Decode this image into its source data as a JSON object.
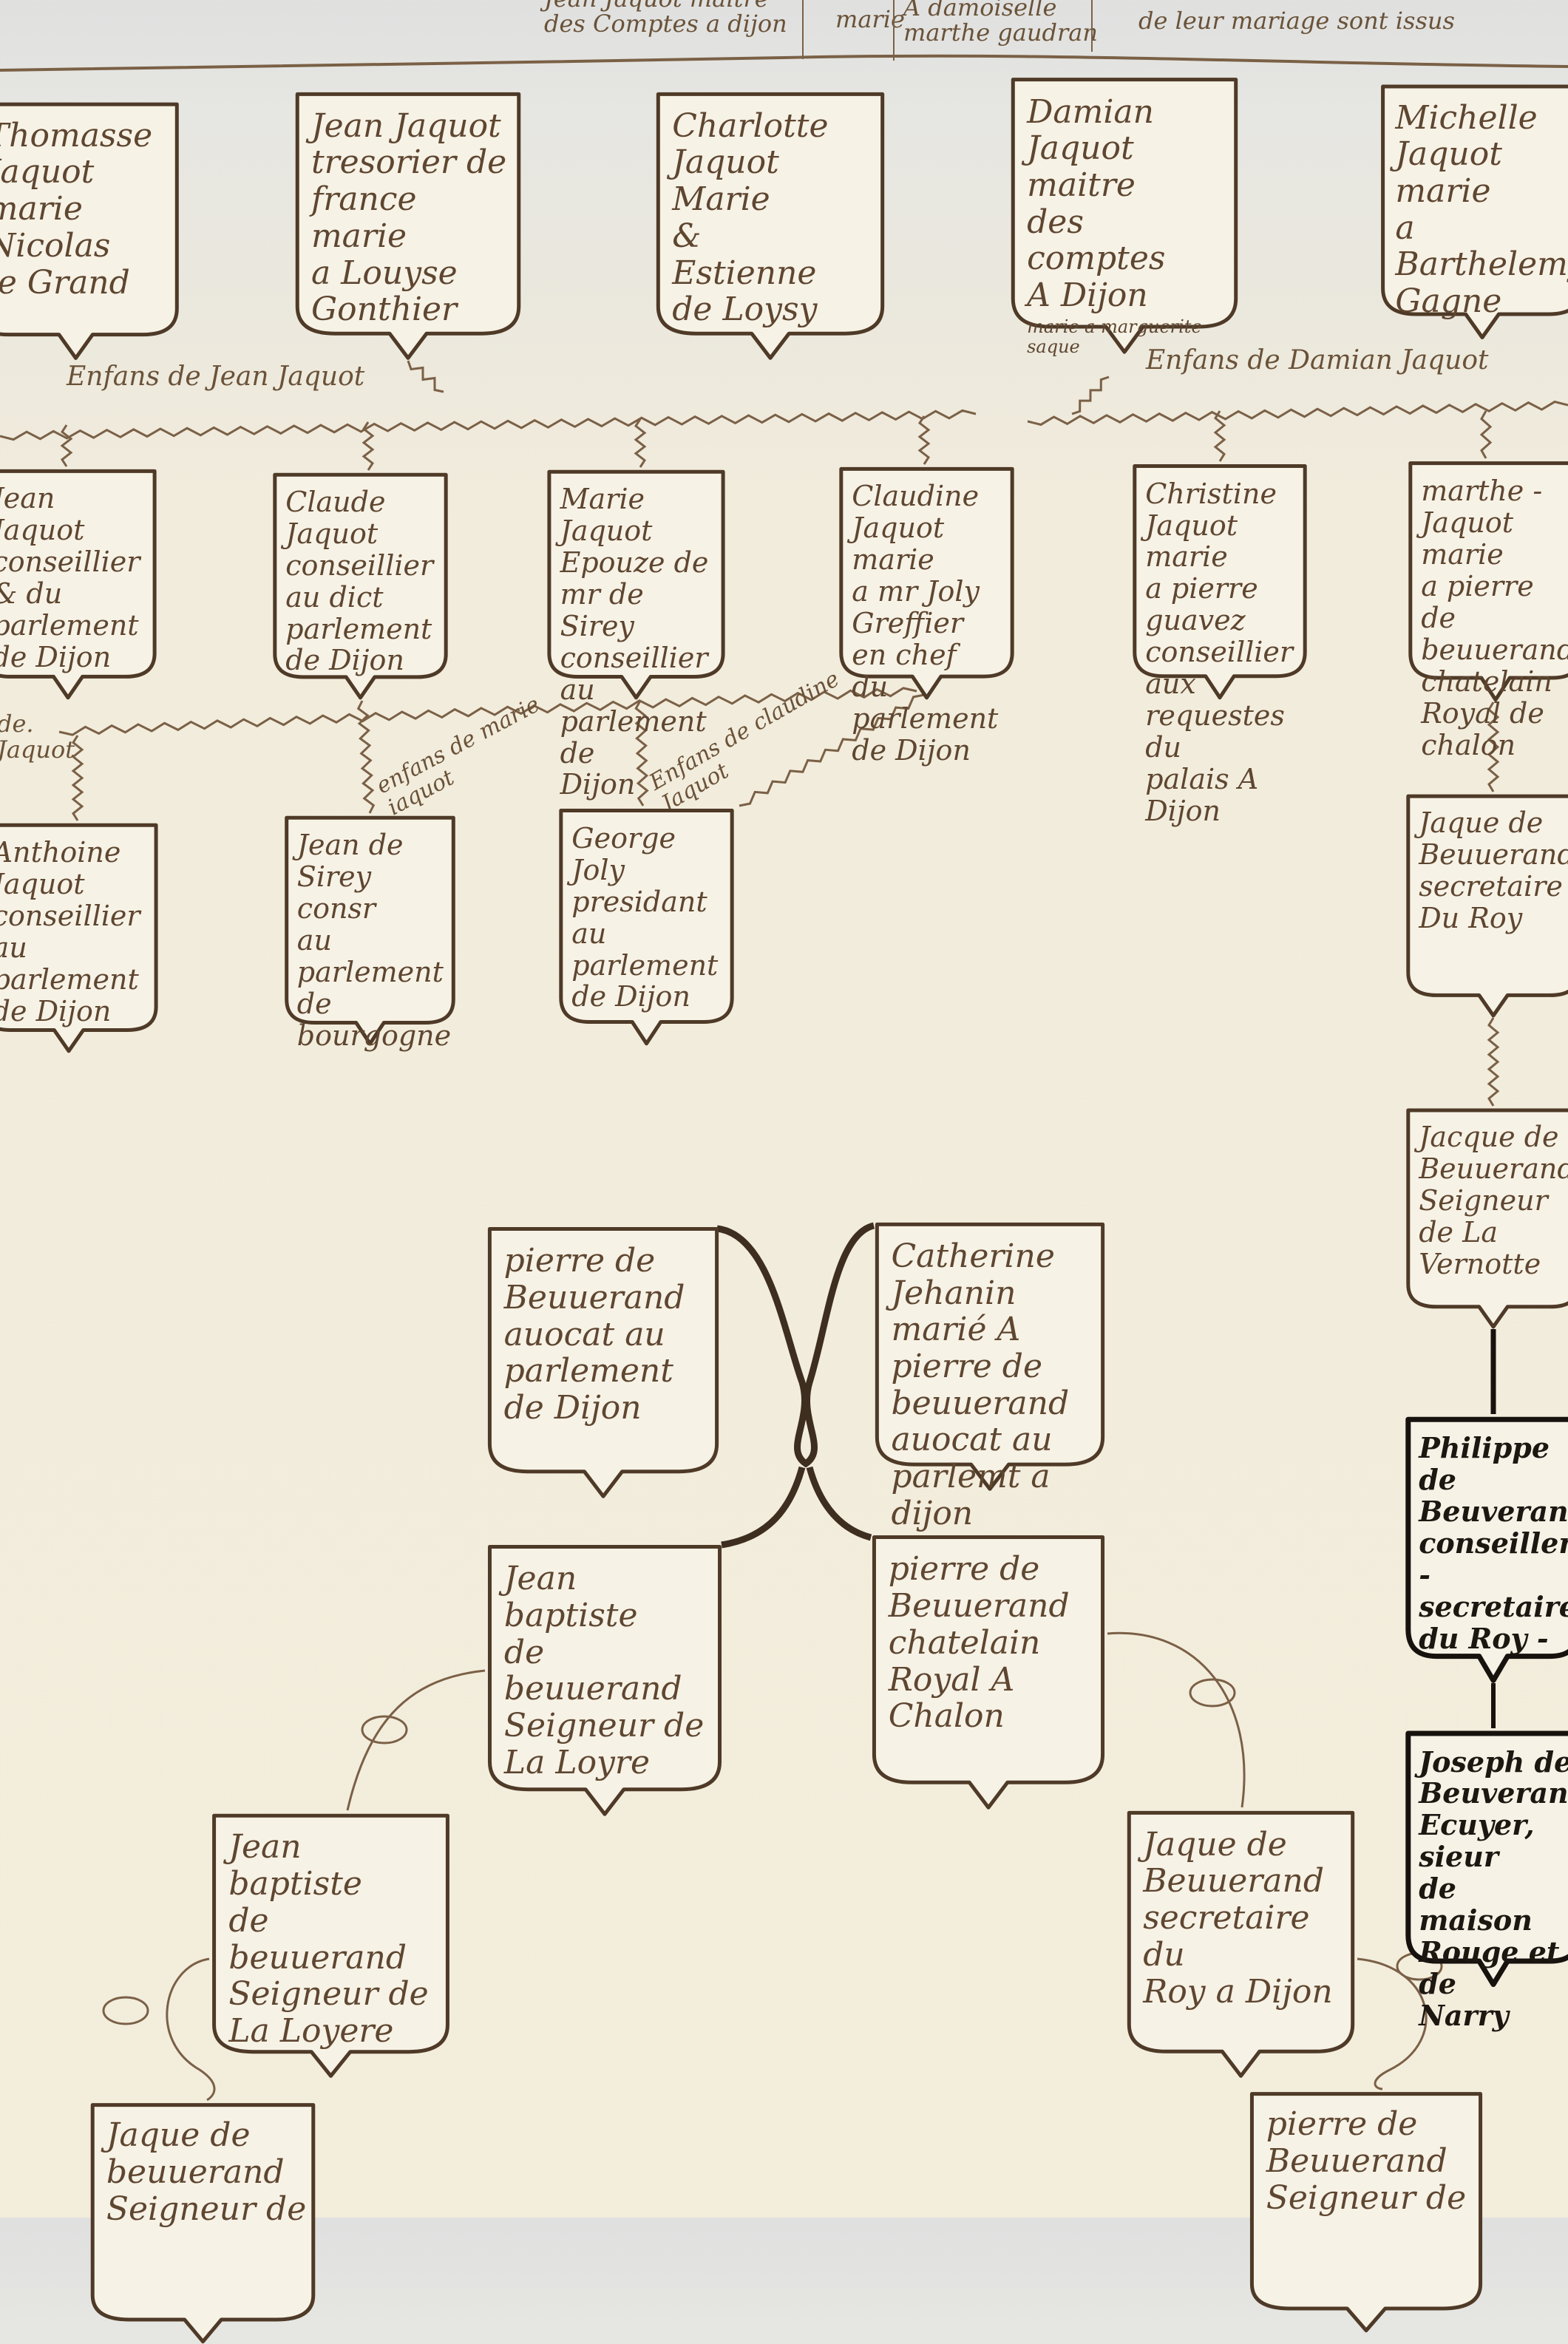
{
  "header": {
    "father": "Jean Jaquot maitre\ndes Comptes a dijon",
    "married": "marie",
    "wife": "A damoiselle\nmarthe gaudran",
    "issue": "de leur mariage sont issus"
  },
  "labels": {
    "enfans_jean": "Enfans de Jean Jaquot",
    "enfans_damian": "Enfans de Damian Jaquot",
    "enfans_marie": "enfans de marie\niaquot",
    "enfans_claudine": "Enfans de claudine\nJaquot",
    "enfans_left": "de.\nJaquot"
  },
  "ink_colors": {
    "sepia": "#5e4630",
    "black": "#1d1712",
    "paper": "#f3eddc"
  },
  "shields": [
    {
      "id": "thomasse",
      "text": "Thomasse\nJaquot marie\nNicolas\nle Grand"
    },
    {
      "id": "jean-jaquot-tresorier",
      "text": "Jean Jaquot\ntresorier de\nfrance marie\na Louyse\nGonthier"
    },
    {
      "id": "charlotte",
      "text": "Charlotte\nJaquot Marie\n&\nEstienne\nde Loysy"
    },
    {
      "id": "damian",
      "text": "Damian\nJaquot maitre\ndes comptes\nA Dijon",
      "sub": "marie a marguerite\nsaque"
    },
    {
      "id": "michelle",
      "text": "Michelle\nJaquot marie\na Barthelemy\nGagne"
    },
    {
      "id": "jean-jaquot-conseillier",
      "text": "Jean Jaquot\nconseillier\n& du\nparlement\nde Dijon"
    },
    {
      "id": "claude",
      "text": "Claude Jaquot\nconseillier\nau dict\nparlement\nde Dijon"
    },
    {
      "id": "marie",
      "text": "Marie\nJaquot\nEpouze de\nmr de Sirey\nconseillier au\nparlement de\nDijon"
    },
    {
      "id": "claudine",
      "text": "Claudine\nJaquot marie\na mr Joly\nGreffier en chef\ndu parlement\nde Dijon"
    },
    {
      "id": "christine",
      "text": "Christine\nJaquot marie\na pierre guavez\nconseillier aux\nrequestes du\npalais A Dijon"
    },
    {
      "id": "marthe",
      "text": "marthe -\nJaquot marie\na pierre de\nbeuuerand\nchatelain\nRoyal de chalon"
    },
    {
      "id": "anthoine",
      "text": "Anthoine\nJaquot\nconseillier\nau parlement\nde Dijon"
    },
    {
      "id": "jean-de-sirey",
      "text": "Jean de\nSirey consr\nau parlement\nde bourgogne"
    },
    {
      "id": "george-joly",
      "text": "George Joly\npresidant\nau parlement\nde Dijon"
    },
    {
      "id": "jaque-secretaire",
      "text": "Jaque de\nBeuuerand\nsecretaire\nDu Roy"
    },
    {
      "id": "jacque-vernotte",
      "text": "Jacque de\nBeuuerand\nSeigneur\nde La\nVernotte"
    },
    {
      "id": "philippe",
      "text": "Philippe de\nBeuverand\nconseiller -\nsecretaire\ndu Roy -"
    },
    {
      "id": "joseph",
      "text": "Joseph de\nBeuverand\nEcuyer, sieur\nde maison\nRouge et de\nNarry"
    },
    {
      "id": "pierre-avocat",
      "text": "pierre de\nBeuuerand\nauocat au\nparlement\nde Dijon"
    },
    {
      "id": "catherine",
      "text": "Catherine\nJehanin\nmarié A\npierre de\nbeuuerand\nauocat au\nparlemt a dijon"
    },
    {
      "id": "jean-baptiste-loyre",
      "text": "Jean baptiste\nde beuuerand\nSeigneur de\nLa Loyre"
    },
    {
      "id": "pierre-chatelain",
      "text": "pierre de\nBeuuerand\nchatelain\nRoyal A\nChalon"
    },
    {
      "id": "jean-baptiste-loyere",
      "text": "Jean baptiste\nde beuuerand\nSeigneur de\nLa Loyere"
    },
    {
      "id": "jaque-dijon",
      "text": "Jaque de\nBeuuerand\nsecretaire du\nRoy a Dijon"
    },
    {
      "id": "jaque-bottom",
      "text": "Jaque de\nbeuuerand\nSeigneur de"
    },
    {
      "id": "pierre-bottom",
      "text": "pierre de\nBeuuerand\nSeigneur de"
    }
  ]
}
